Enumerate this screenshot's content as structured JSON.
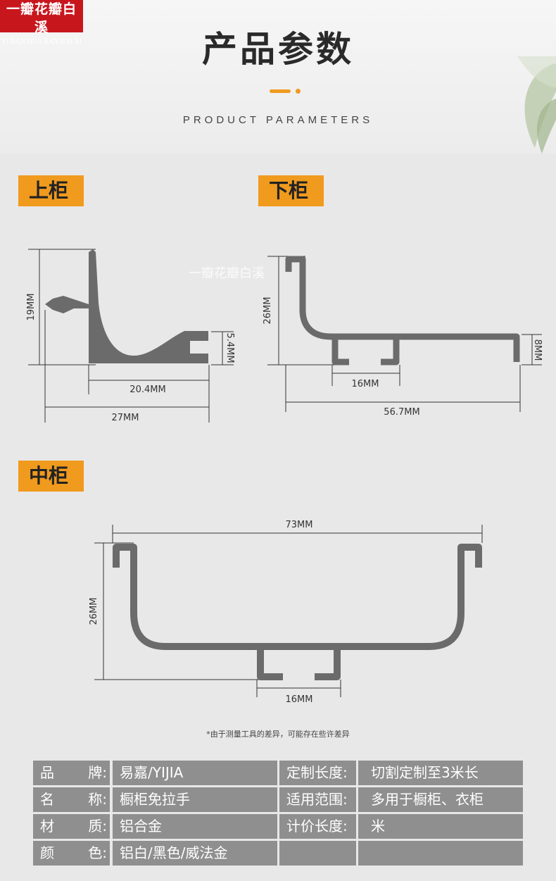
{
  "logo": {
    "cn": "一瓣花瓣白溪",
    "en": "YI BAN HUA BAN BAI XI"
  },
  "header": {
    "title": "产品参数",
    "subtitle": "PRODUCT PARAMETERS"
  },
  "watermark": "一瓣花瓣白溪",
  "sections": {
    "upper": {
      "label": "上柜",
      "dims": {
        "height": "19MM",
        "lip": "5.4MM",
        "inner_width": "20.4MM",
        "total_width": "27MM"
      }
    },
    "lower": {
      "label": "下柜",
      "dims": {
        "height": "26MM",
        "lip": "8MM",
        "slot": "16MM",
        "total_width": "56.7MM"
      }
    },
    "middle": {
      "label": "中柜",
      "dims": {
        "width": "73MM",
        "height": "26MM",
        "slot": "16MM"
      }
    }
  },
  "note": "*由于测量工具的差异，可能存在些许差异",
  "specs": [
    {
      "k1a": "品",
      "k1b": "牌:",
      "v1": "易嘉/YIJIA",
      "k2": "定制长度:",
      "v2": "切割定制至3米长"
    },
    {
      "k1a": "名",
      "k1b": "称:",
      "v1": "橱柜免拉手",
      "k2": "适用范围:",
      "v2": "多用于橱柜、衣柜"
    },
    {
      "k1a": "材",
      "k1b": "质:",
      "v1": "铝合金",
      "k2": "计价长度:",
      "v2": "米"
    },
    {
      "k1a": "颜",
      "k1b": "色:",
      "v1": "铝白/黑色/威法金",
      "k2": "",
      "v2": ""
    }
  ],
  "colors": {
    "accent": "#f09a1e",
    "logo": "#c8161d",
    "profile": "#6b6b6b",
    "table": "#8f8f8f"
  }
}
